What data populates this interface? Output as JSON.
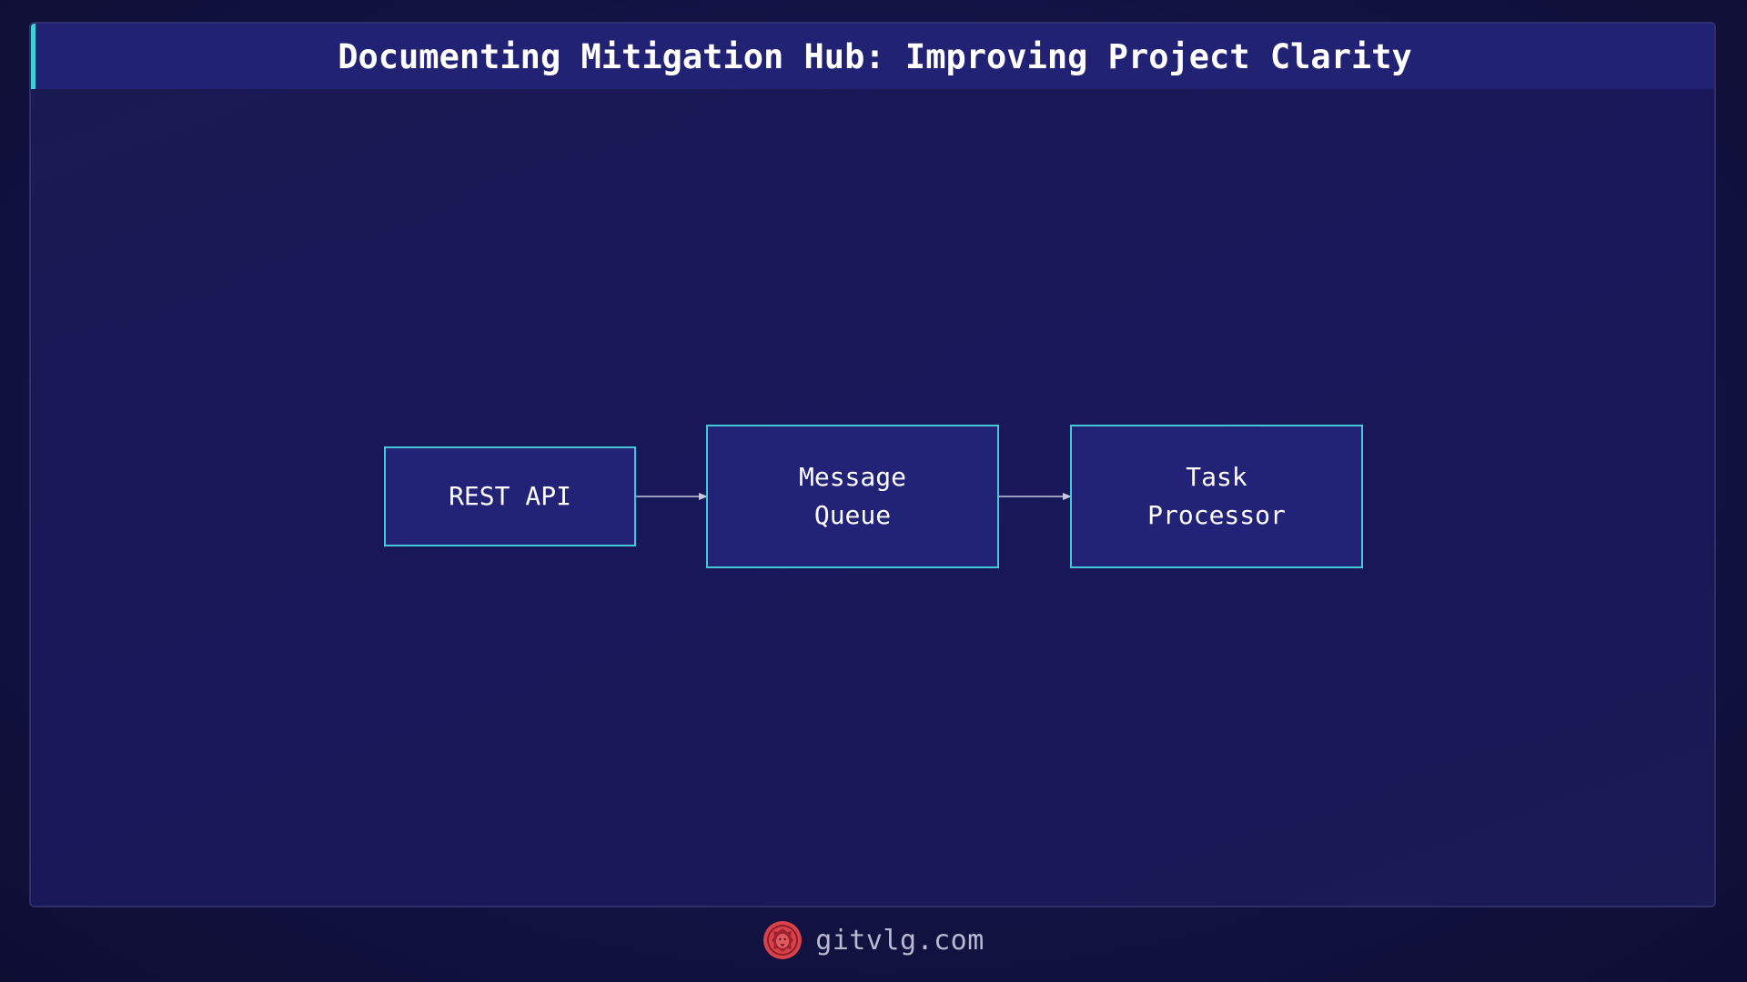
{
  "header": {
    "title": "Documenting Mitigation Hub: Improving Project Clarity"
  },
  "diagram": {
    "nodes": [
      {
        "id": "rest-api",
        "label": "REST API"
      },
      {
        "id": "message-queue",
        "label": "Message\nQueue"
      },
      {
        "id": "task-processor",
        "label": "Task\nProcessor"
      }
    ],
    "edges": [
      {
        "from": "rest-api",
        "to": "message-queue"
      },
      {
        "from": "message-queue",
        "to": "task-processor"
      }
    ]
  },
  "footer": {
    "site": "gitvlg.com",
    "logo_icon": "lion-head-logo-icon"
  },
  "colors": {
    "background": "#131345",
    "title_bar": "#222275",
    "accent": "#3fd1d6",
    "node_fill": "#222277",
    "node_border": "#46c6d6",
    "arrow": "#c8c8e0",
    "logo": "#d8424a"
  }
}
